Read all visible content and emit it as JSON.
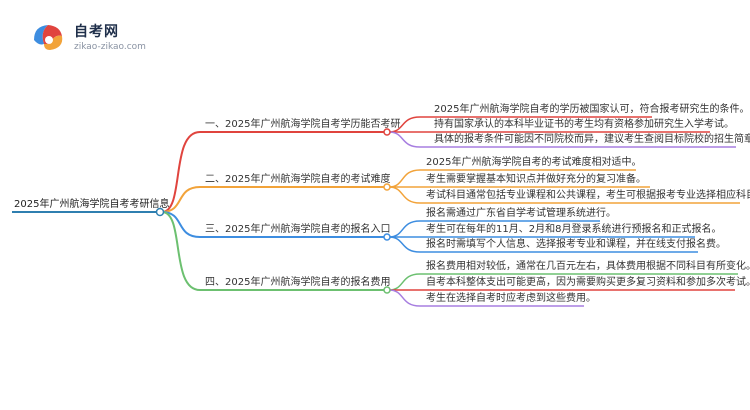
{
  "logo": {
    "title": "自考网",
    "url": "zikao-zikao.com"
  },
  "colors": {
    "red": "#e0443e",
    "orange": "#f2a33a",
    "blue": "#3d8de0",
    "green": "#6cc070",
    "purple": "#a77ee0",
    "root": "#2f7fb0"
  },
  "root": "2025年广州航海学院自考考研信息",
  "branches": [
    {
      "label": "一、2025年广州航海学院自考学历能否考研",
      "leaves": [
        "2025年广州航海学院自考的学历被国家认可，符合报考研究生的条件。",
        "持有国家承认的本科毕业证书的考生均有资格参加研究生入学考试。",
        "具体的报考条件可能因不同院校而异，建议考生查阅目标院校的招生简章。"
      ]
    },
    {
      "label": "二、2025年广州航海学院自考的考试难度",
      "leaves": [
        "2025年广州航海学院自考的考试难度相对适中。",
        "考生需要掌握基本知识点并做好充分的复习准备。",
        "考试科目通常包括专业课程和公共课程，考生可根据报考专业选择相应科目复习。"
      ]
    },
    {
      "label": "三、2025年广州航海学院自考的报名入口",
      "leaves": [
        "报名需通过广东省自学考试管理系统进行。",
        "考生可在每年的11月、2月和8月登录系统进行预报名和正式报名。",
        "报名时需填写个人信息、选择报考专业和课程，并在线支付报名费。"
      ]
    },
    {
      "label": "四、2025年广州航海学院自考的报名费用",
      "leaves": [
        "报名费用相对较低，通常在几百元左右，具体费用根据不同科目有所变化。",
        "自考本科整体支出可能更高，因为需要购买更多复习资料和参加多次考试。",
        "考生在选择自考时应考虑到这些费用。"
      ]
    }
  ]
}
